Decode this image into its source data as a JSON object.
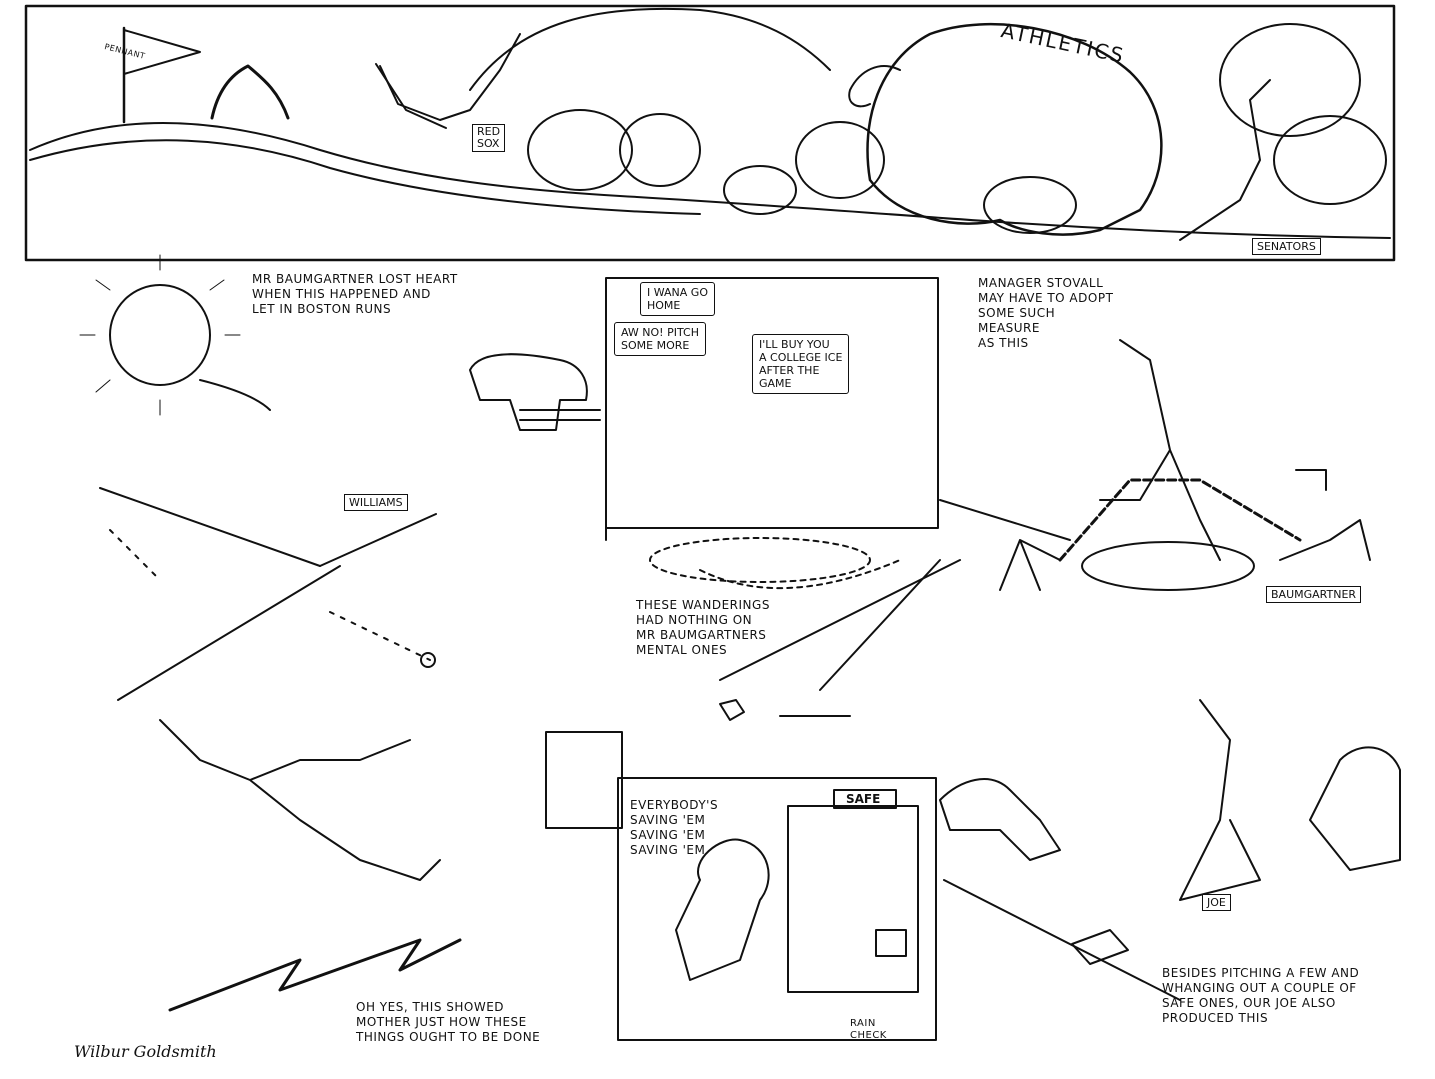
{
  "banner": {
    "pennant": "PENNANT",
    "red_sox": "RED\nSOX",
    "athletics": "ATHLETICS",
    "senators": "SENATORS"
  },
  "captions": {
    "lost_heart": "MR BAUMGARTNER LOST HEART\nWHEN THIS HAPPENED AND\nLET IN BOSTON RUNS",
    "williams_tag": "WILLIAMS",
    "stovall": "MANAGER STOVALL\nMAY HAVE TO ADOPT\nSOME SUCH\nMEASURE\nAS THIS",
    "baumgartner_tag": "BAUMGARTNER",
    "wanderings": "THESE WANDERINGS\nHAD NOTHING ON\nMR BAUMGARTNERS\nMENTAL ONES",
    "mother": "OH YES, THIS SHOWED\nMOTHER JUST HOW THESE\nTHINGS OUGHT TO BE DONE",
    "saving": "EVERYBODY'S\nSAVING 'EM\nSAVING 'EM\nSAVING 'EM",
    "safe": "SAFE",
    "rain_check": "RAIN\nCHECK",
    "joe_tag": "JOE",
    "besides": "BESIDES PITCHING A FEW AND\nWHANGING OUT A COUPLE OF\nSAFE ONES, OUR JOE ALSO\nPRODUCED THIS",
    "signature": "Wilbur Goldsmith"
  },
  "bubbles": {
    "go_home": "I WANA GO\nHOME",
    "pitch_more": "AW NO! PITCH\nSOME MORE",
    "college_ice": "I'LL BUY YOU\nA COLLEGE ICE\nAFTER THE\nGAME"
  }
}
